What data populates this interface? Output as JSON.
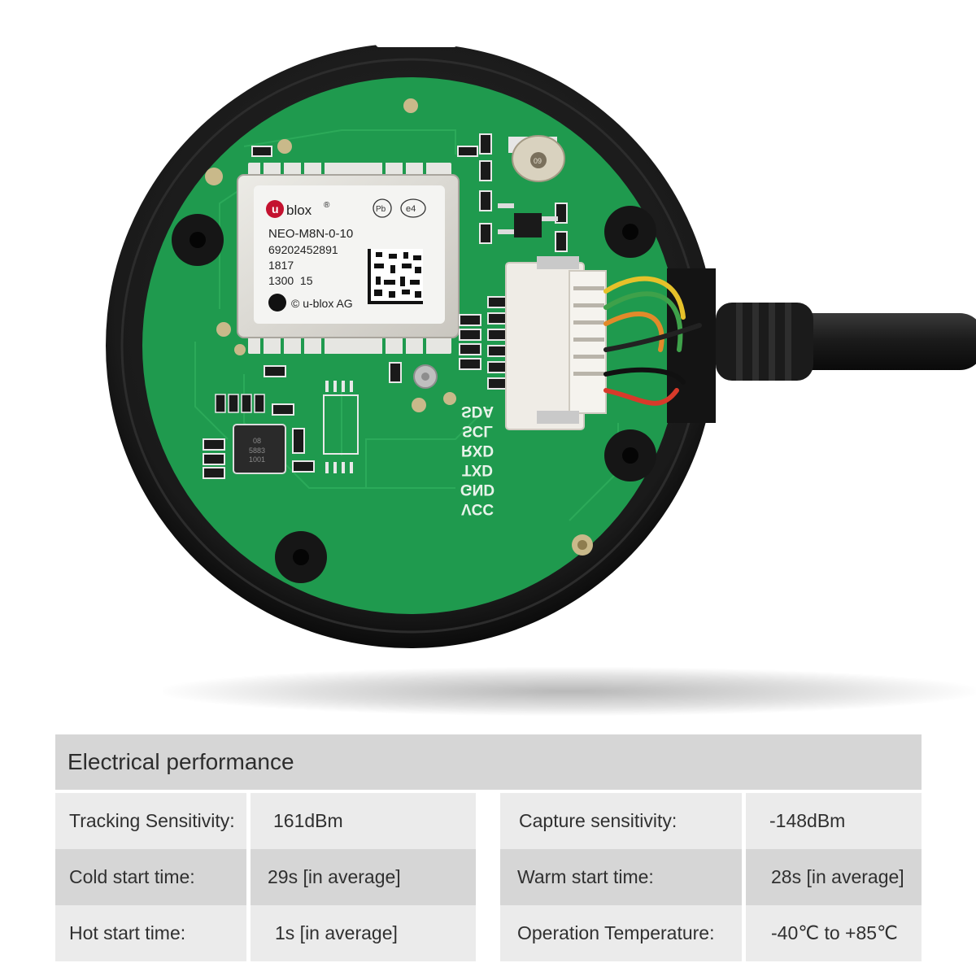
{
  "product": {
    "module_brand": "blox",
    "module_brand_prefix": "u",
    "module_registered": "®",
    "module_model": "NEO-M8N-0-10",
    "module_serial": "69202452891",
    "module_line3": "1817",
    "module_line4": "1300  15",
    "module_copyright": "© u-blox AG",
    "module_badge_pb": "Pb",
    "module_badge_e4": "e4",
    "chip_marking_1": "08",
    "chip_marking_2": "5883",
    "chip_marking_3": "1001",
    "buzzer_marking": "09",
    "pin_labels": [
      "SDA",
      "SCL",
      "RXD",
      "TXD",
      "GND",
      "VCC"
    ],
    "colors": {
      "pcb": "#1f9a4e",
      "housing": "#141414",
      "module_shield": "#d9d6cf",
      "connector": "#efece6"
    }
  },
  "spec_table": {
    "title": "Electrical performance",
    "rows": [
      {
        "left_label": "Tracking Sensitivity:",
        "left_value": "161dBm",
        "right_label": "Capture sensitivity:",
        "right_value": "-148dBm"
      },
      {
        "left_label": "Cold start time:",
        "left_value": "29s [in average]",
        "right_label": "Warm start time:",
        "right_value": "28s [in average]"
      },
      {
        "left_label": "Hot start time:",
        "left_value": "1s [in average]",
        "right_label": "Operation Temperature:",
        "right_value": "-40℃ to +85℃"
      }
    ]
  }
}
